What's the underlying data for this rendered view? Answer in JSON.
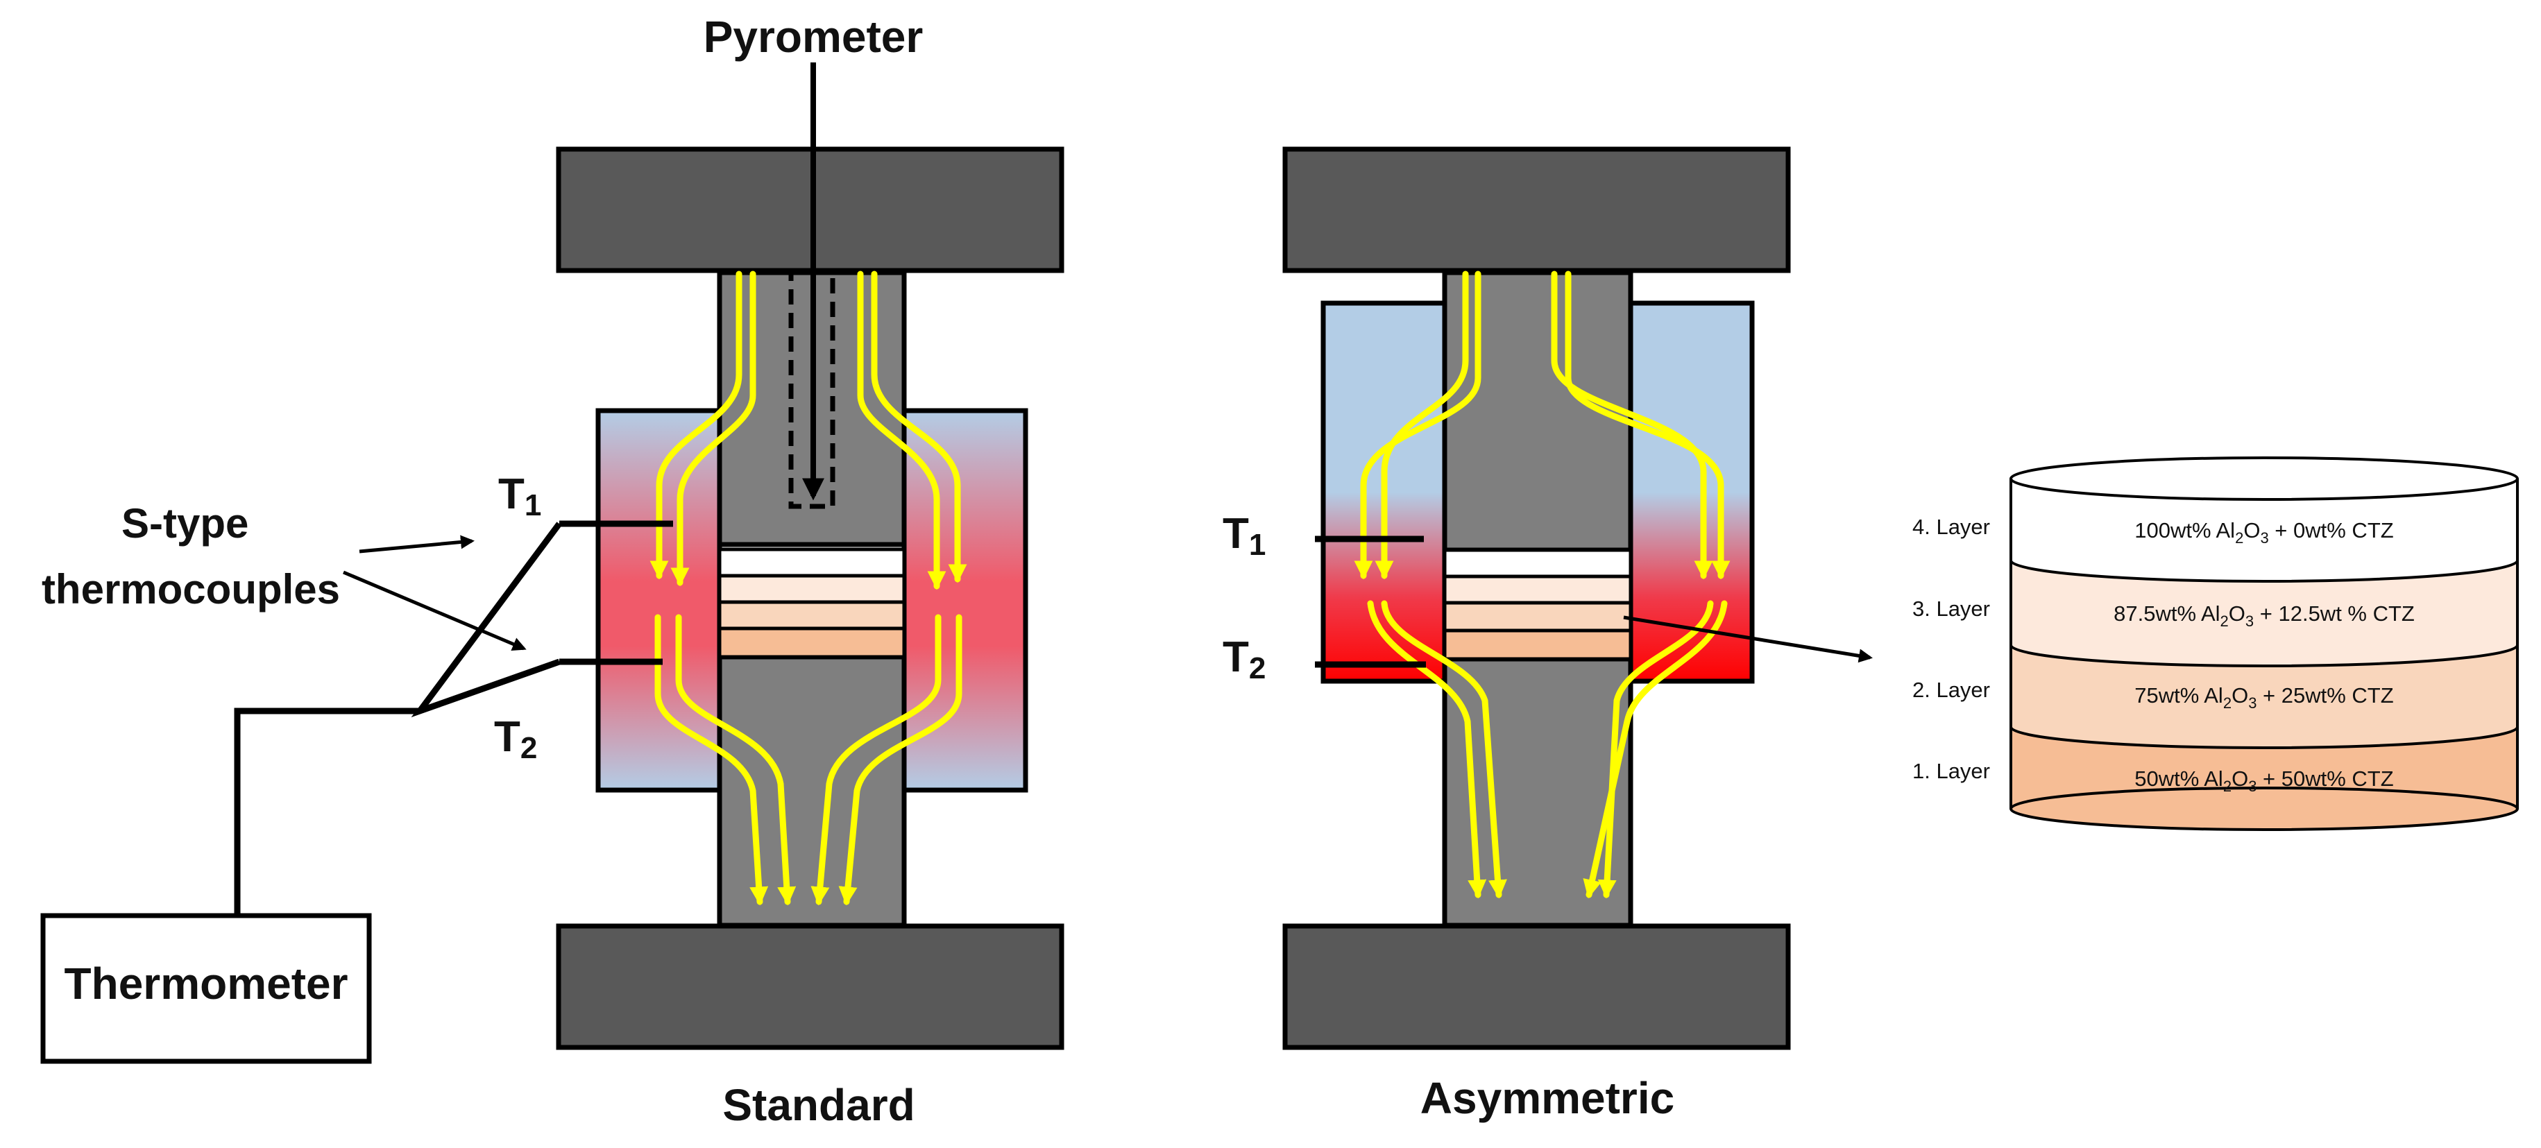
{
  "labels": {
    "pyrometer": "Pyrometer",
    "stype_line1": "S-type",
    "stype_line2": "thermocouples",
    "thermometer": "Thermometer",
    "t_letter": "T",
    "t1_sub": "1",
    "t2_sub": "2",
    "standard": "Standard",
    "asymmetric": "Asymmetric"
  },
  "layers": [
    {
      "name": "4. Layer",
      "c1": "100wt% Al",
      "c2": "O",
      "c3": " + 0wt% CTZ",
      "color": "#ffffff"
    },
    {
      "name": "3. Layer",
      "c1": "87.5wt% Al",
      "c2": "O",
      "c3": " + 12.5wt % CTZ",
      "color": "#fde9dc"
    },
    {
      "name": "2. Layer",
      "c1": "75wt% Al",
      "c2": "O",
      "c3": " + 25wt% CTZ",
      "color": "#f9d6bc"
    },
    {
      "name": "1. Layer",
      "c1": "50wt% Al",
      "c2": "O",
      "c3": " + 50wt% CTZ",
      "color": "#f6bd95"
    }
  ],
  "colors": {
    "electrode": "#595959",
    "punch": "#7f7f7f",
    "die_cool": "#b3cde6",
    "die_hot": "#f05a6a",
    "asym_hot": "#ff0000",
    "current_arrows": "#ffff00"
  }
}
